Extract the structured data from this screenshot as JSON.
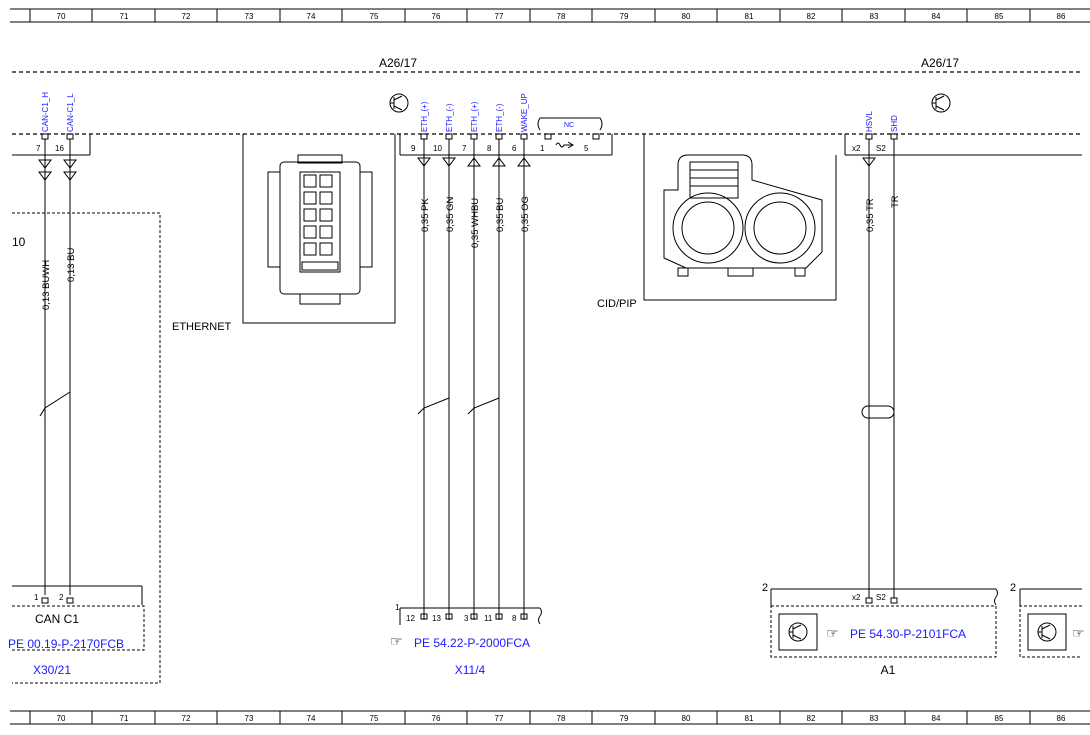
{
  "ruler": {
    "labels": [
      "70",
      "71",
      "72",
      "73",
      "74",
      "75",
      "76",
      "77",
      "78",
      "79",
      "80",
      "81",
      "82",
      "83",
      "84",
      "85",
      "86"
    ]
  },
  "components": {
    "left_label": "A26/17",
    "right_label": "A26/17",
    "ethernet_label": "ETHERNET",
    "cidpip_label": "CID/PIP",
    "left_fragment": "10",
    "nc_label": "NC"
  },
  "pin_names": {
    "can_h": "CAN-C1_H",
    "can_l": "CAN-C1_L",
    "eth1": "ETH_(+)",
    "eth2": "ETH_(-)",
    "eth3": "ETH_(+)",
    "eth4": "ETH_(-)",
    "wake": "WAKE_UP",
    "hsvl": "HSVL",
    "shd": "SHD"
  },
  "pin_numbers": {
    "p7": "7",
    "p16": "16",
    "p9": "9",
    "p10": "10",
    "p7b": "7",
    "p8": "8",
    "p6": "6",
    "p1": "1",
    "p5": "5",
    "px2": "x2",
    "ps2": "S2"
  },
  "wires": {
    "w1": "0,13 BUWH",
    "w2": "0,13 BU",
    "w3": "0,35 PK",
    "w4": "0,35 GN",
    "w5": "0,35 WHBU",
    "w6": "0,35 BU",
    "w7": "0,35 OG",
    "w8": "0,35 TR",
    "w9": "TR"
  },
  "bottom": {
    "can_pin1": "1",
    "can_pin2": "2",
    "can_label": "CAN C1",
    "can_ref": "PE 00.19-P-2170FCB",
    "can_conn": "X30/21",
    "x11_num": "1",
    "x11_pins": [
      "12",
      "13",
      "3",
      "11",
      "8"
    ],
    "x11_ref": "PE 54.22-P-2000FCA",
    "x11_conn": "X11/4",
    "a1_num": "2",
    "a1_px2": "x2",
    "a1_ps2": "S2",
    "a1_ref": "PE 54.30-P-2101FCA",
    "a1_label": "A1",
    "right_num": "2"
  }
}
